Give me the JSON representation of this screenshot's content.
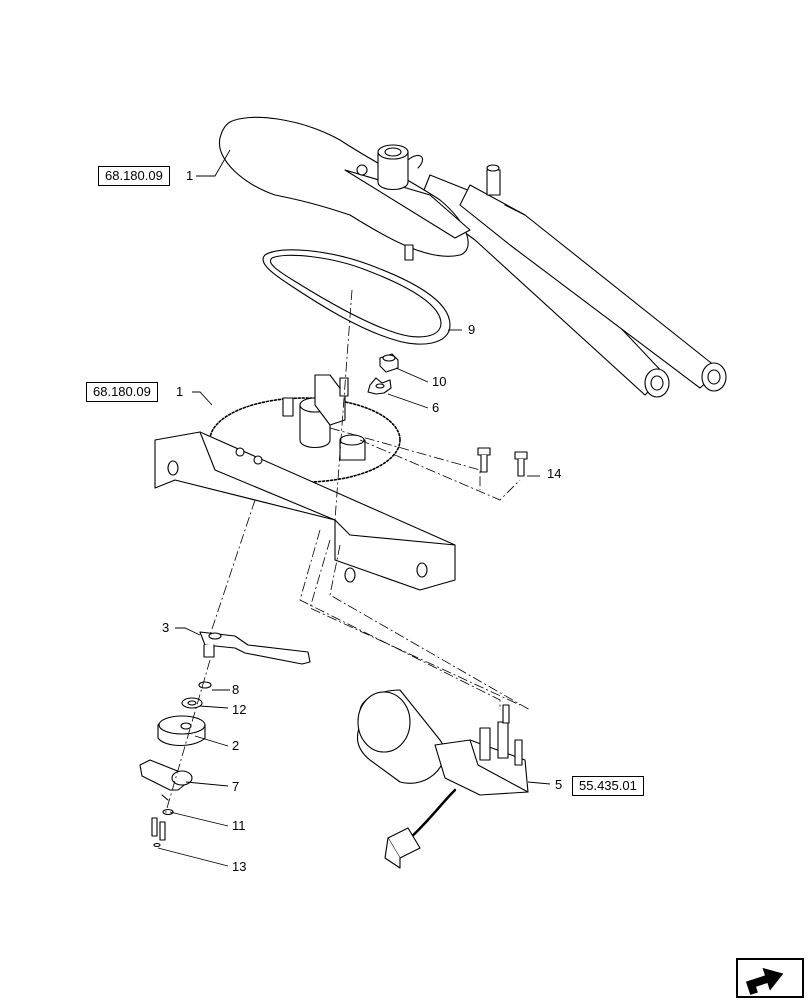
{
  "references": {
    "ref_a": "68.180.09",
    "ref_b": "68.180.09",
    "ref_c": "55.435.01"
  },
  "callouts": {
    "c1a": "1",
    "c1b": "1",
    "c2": "2",
    "c3": "3",
    "c5": "5",
    "c6": "6",
    "c7": "7",
    "c8": "8",
    "c9": "9",
    "c10": "10",
    "c11": "11",
    "c12": "12",
    "c13": "13",
    "c14": "14"
  },
  "icons": {
    "navigation": "next-page-arrow-icon"
  },
  "colors": {
    "line": "#000000",
    "fill": "#ffffff"
  }
}
